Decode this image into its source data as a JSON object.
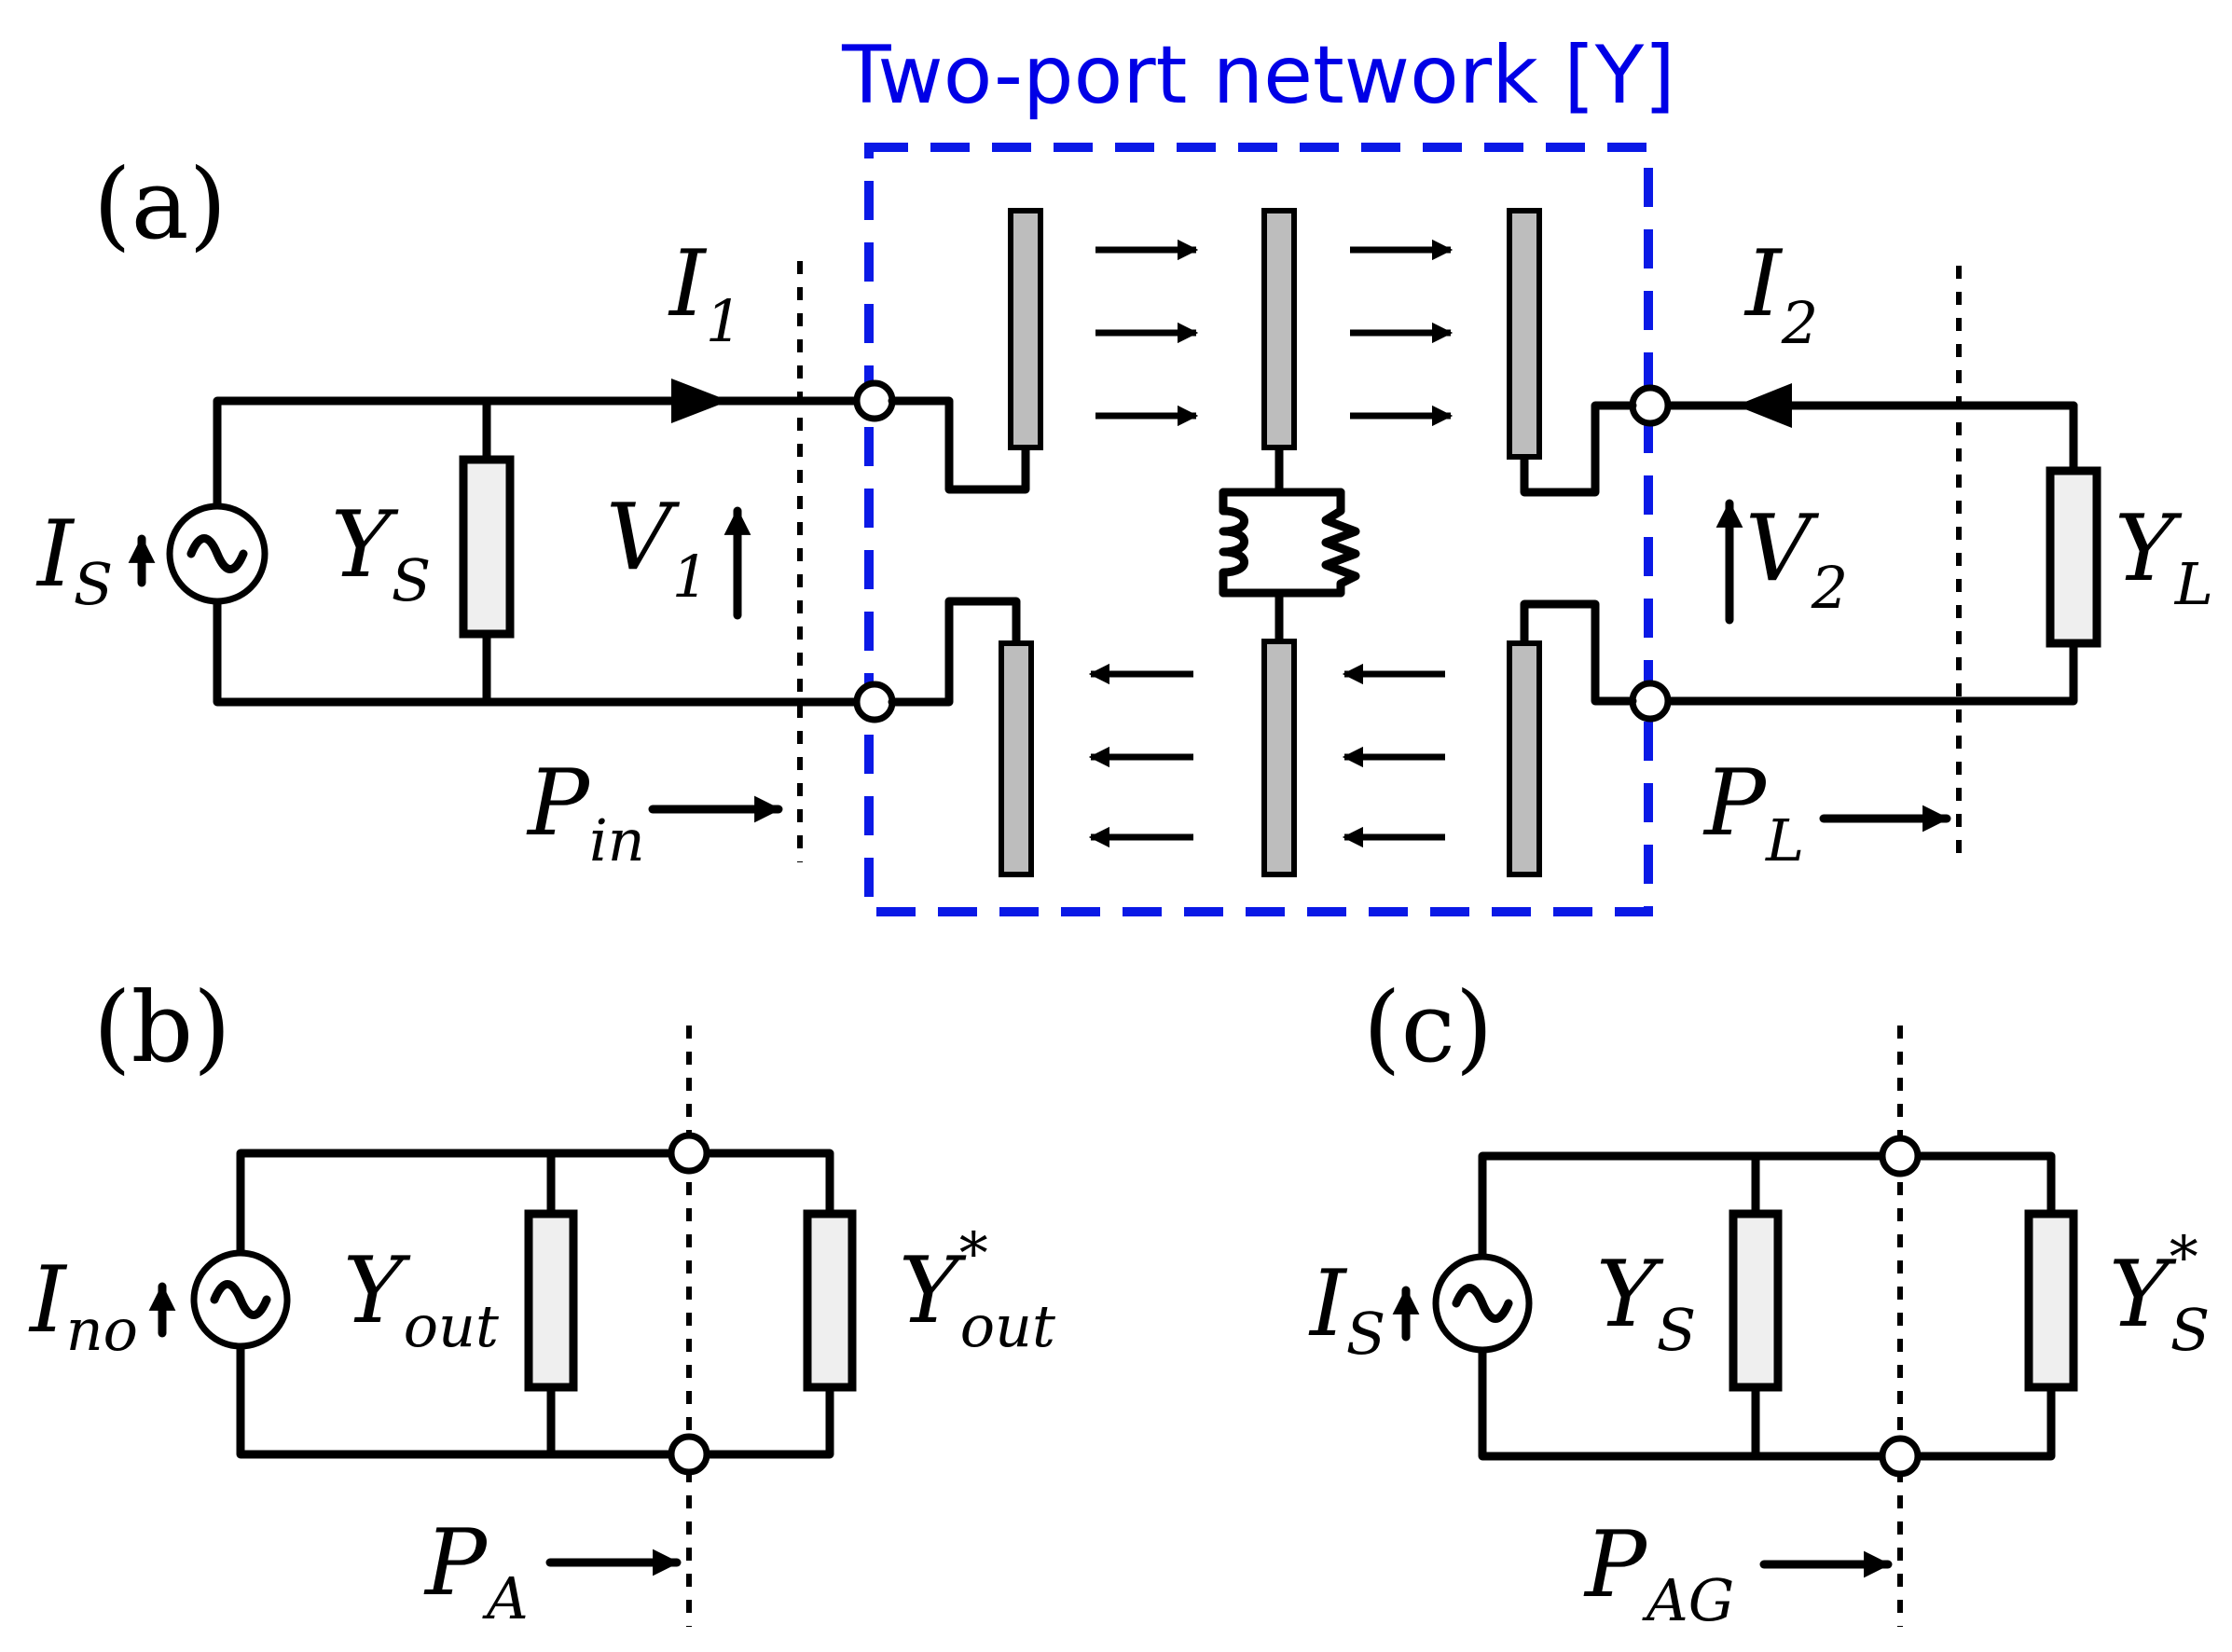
{
  "title": "Two-port network [Y]",
  "panels": {
    "a": {
      "label": "(a)",
      "source": {
        "main": "I",
        "sub": "S"
      },
      "source_admittance": {
        "main": "Y",
        "sub": "S"
      },
      "input_voltage": {
        "main": "V",
        "sub": "1"
      },
      "input_current": {
        "main": "I",
        "sub": "1"
      },
      "output_current": {
        "main": "I",
        "sub": "2"
      },
      "output_voltage": {
        "main": "V",
        "sub": "2"
      },
      "load_admittance": {
        "main": "Y",
        "sub": "L"
      },
      "input_power": {
        "main": "P",
        "sub": "in"
      },
      "load_power": {
        "main": "P",
        "sub": "L"
      }
    },
    "b": {
      "label": "(b)",
      "source": {
        "main": "I",
        "sub": "no"
      },
      "admittance": {
        "main": "Y",
        "sub": "out"
      },
      "conjugate_admittance": {
        "main": "Y",
        "sub": "out",
        "sup": "*"
      },
      "power": {
        "main": "P",
        "sub": "A"
      }
    },
    "c": {
      "label": "(c)",
      "source": {
        "main": "I",
        "sub": "S"
      },
      "admittance": {
        "main": "Y",
        "sub": "S"
      },
      "conjugate_admittance": {
        "main": "Y",
        "sub": "S",
        "sup": "*"
      },
      "power": {
        "main": "P",
        "sub": "AG"
      }
    }
  },
  "colors": {
    "network_outline": "#0a19e6",
    "title_text": "#0000e6",
    "plate_fill": "#bdbdbd",
    "wire": "#000000"
  }
}
